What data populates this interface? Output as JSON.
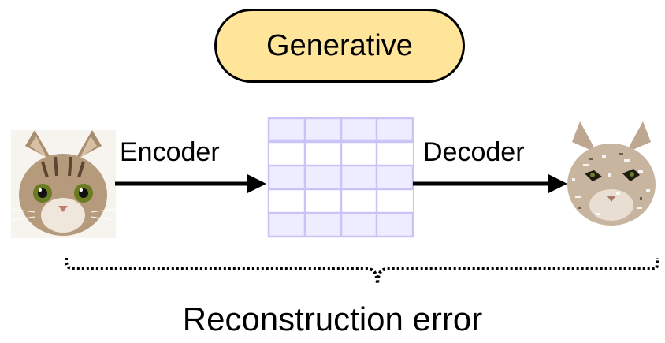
{
  "title": "Generative",
  "labels": {
    "encoder": "Encoder",
    "decoder": "Decoder",
    "reconstruction": "Reconstruction error"
  },
  "colors": {
    "pill_fill": "#ffe599",
    "grid_stroke": "#c9c4f5",
    "grid_fill": "#eeecff",
    "arrow": "#000000"
  },
  "latent_grid": {
    "rows": 5,
    "cols": 4
  },
  "images": {
    "input": "cat-photo",
    "output": "noisy-reconstructed-cat"
  }
}
